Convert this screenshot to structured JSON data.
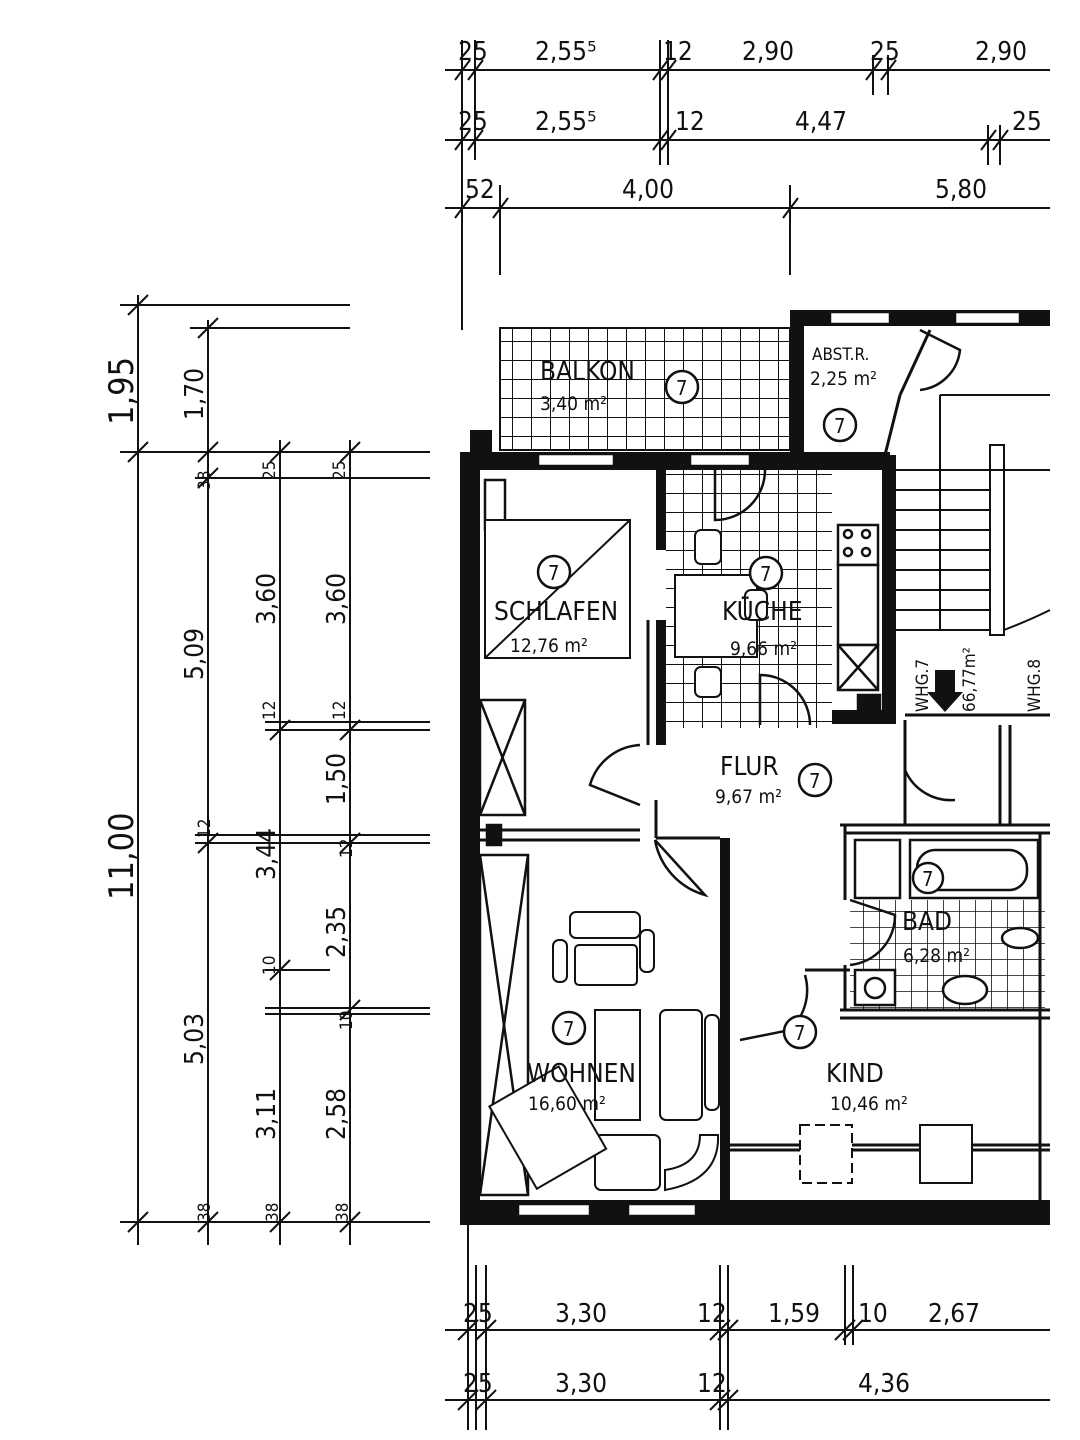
{
  "dimensions": {
    "top_row1": [
      "25",
      "2,55⁵",
      "12",
      "2,90",
      "25",
      "2,90"
    ],
    "top_row2": [
      "25",
      "2,55⁵",
      "12",
      "4,47",
      "25"
    ],
    "top_row3": [
      "52",
      "4,00",
      "5,80"
    ],
    "bottom_row1": [
      "25",
      "3,30",
      "12",
      "1,59",
      "10",
      "2,67"
    ],
    "bottom_row2": [
      "25",
      "3,30",
      "12",
      "4,36"
    ],
    "left_col1": [
      "1,95",
      "11,00"
    ],
    "left_col2": [
      "1,70",
      "5,09",
      "5,03"
    ],
    "left_col3": [
      "38",
      "12",
      "3,44",
      "10",
      "3,11",
      "38"
    ],
    "left_col4": [
      "25",
      "3,60",
      "12",
      "1,50",
      "12",
      "2,35",
      "10",
      "2,58",
      "38"
    ],
    "left_col5": [
      "25",
      "3,60",
      "12",
      "38"
    ]
  },
  "rooms": {
    "balkon": {
      "name": "BALKON",
      "area": "3,40 m²",
      "marker": "7"
    },
    "abstellraum": {
      "name": "ABST.R.",
      "area": "2,25 m²",
      "marker": "7"
    },
    "schlafen": {
      "name": "SCHLAFEN",
      "area": "12,76 m²",
      "marker": "7"
    },
    "kueche": {
      "name": "KÜCHE",
      "area": "9,66 m²",
      "marker": "7"
    },
    "flur": {
      "name": "FLUR",
      "area": "9,67 m²",
      "marker": "7"
    },
    "bad": {
      "name": "BAD",
      "area": "6,28 m²",
      "marker": "7"
    },
    "wohnen": {
      "name": "WOHNEN",
      "area": "16,60 m²",
      "marker": "7"
    },
    "kind": {
      "name": "KIND",
      "area": "10,46 m²",
      "marker": "7"
    }
  },
  "units": {
    "whg7": "WHG.7",
    "whg7_area": "66,77m²",
    "whg8": "WHG.8"
  }
}
